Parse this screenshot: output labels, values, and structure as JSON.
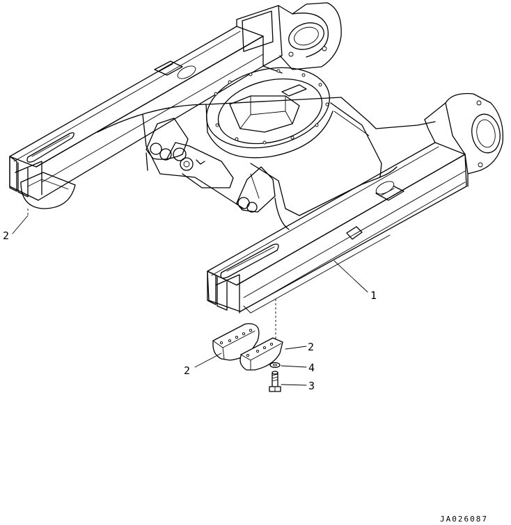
{
  "callouts": [
    {
      "id": "frame",
      "text": "1"
    },
    {
      "id": "guard-left",
      "text": "2"
    },
    {
      "id": "guard-front-left",
      "text": "2"
    },
    {
      "id": "guard-front-right",
      "text": "2"
    },
    {
      "id": "bolt",
      "text": "3"
    },
    {
      "id": "washer",
      "text": "4"
    }
  ],
  "drawing_code": "JA026087"
}
